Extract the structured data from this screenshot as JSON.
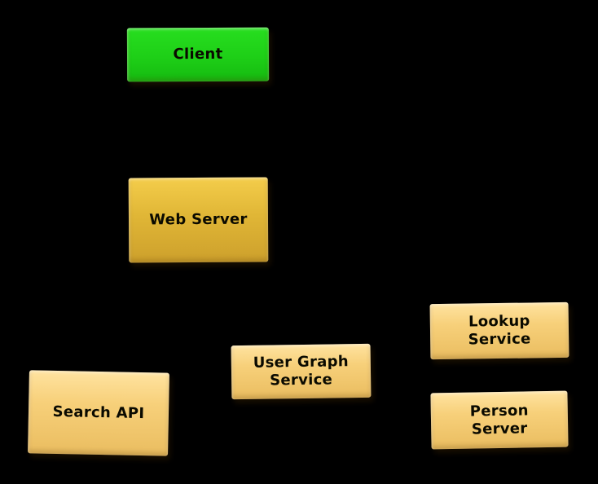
{
  "diagram": {
    "type": "architecture-diagram",
    "background_color": "#000000",
    "text_color": "#000000",
    "node_colors": {
      "client_green": "#1ecf17",
      "web_server_gold": "#e0b636",
      "service_tan": "#f7d07a"
    }
  },
  "nodes": {
    "client": {
      "label": "Client",
      "line1": "Client",
      "fill": "#1ecf17"
    },
    "web_server": {
      "label": "Web Server",
      "line1": "Web Server",
      "fill": "#e0b636"
    },
    "search_api": {
      "label": "Search API",
      "line1": "Search API",
      "fill": "#f7d07a"
    },
    "user_graph_service": {
      "label": "User Graph Service",
      "line1": "User Graph",
      "line2": "Service",
      "fill": "#f7d07a"
    },
    "lookup_service": {
      "label": "Lookup Service",
      "line1": "Lookup",
      "line2": "Service",
      "fill": "#f7d07a"
    },
    "person_server": {
      "label": "Person Server",
      "line1": "Person",
      "line2": "Server",
      "fill": "#f7d07a"
    }
  }
}
